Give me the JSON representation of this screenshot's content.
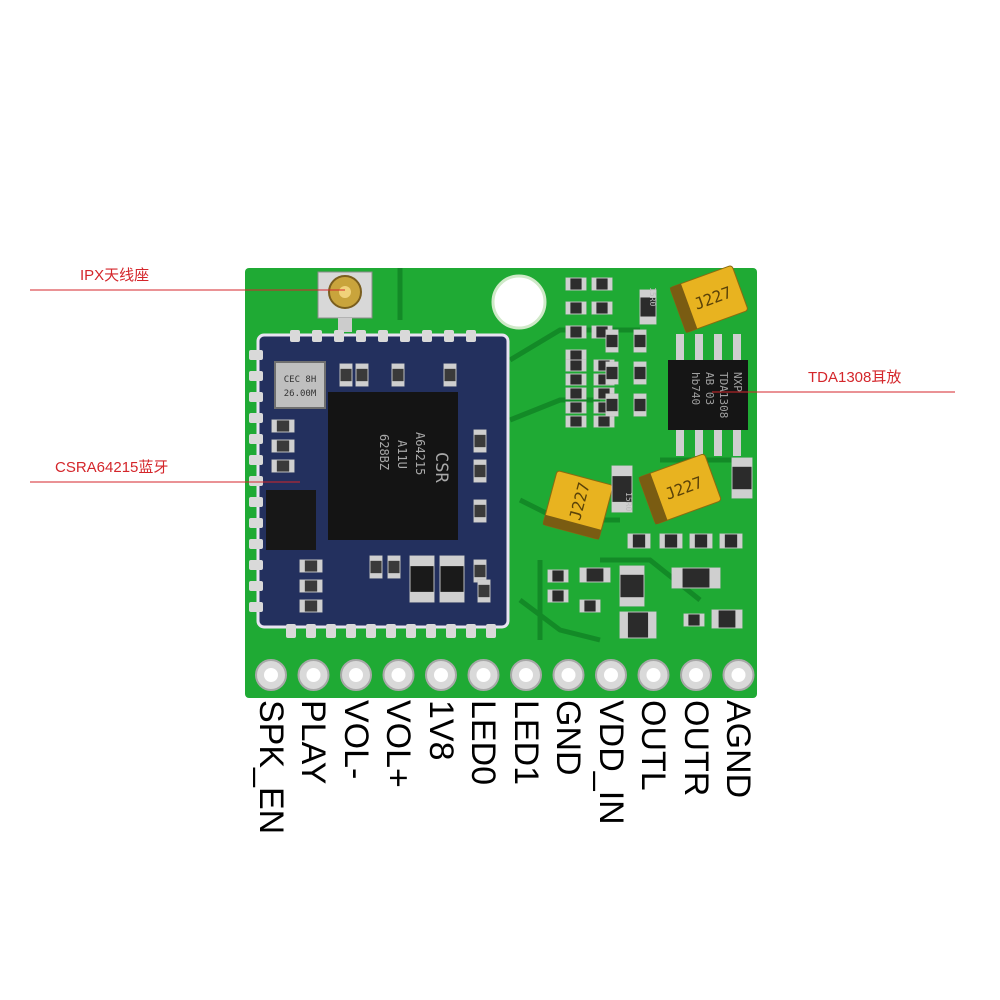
{
  "colors": {
    "pcb": "#1faa34",
    "pcb_dark": "#138a27",
    "module": "#23305e",
    "silk": "#e9e3f2",
    "chip": "#141414",
    "tantalum": "#e8b320",
    "pad": "#d9d9d9",
    "callout": "#d4262b"
  },
  "callouts": [
    {
      "label": "IPX天线座"
    },
    {
      "label": "CSRA64215蓝牙"
    },
    {
      "label": "TDA1308耳放"
    }
  ],
  "chip_markings": {
    "main": [
      "CSR",
      "A64215",
      "A11U",
      "628BZ"
    ],
    "amp": [
      "NXP",
      "TDA1308",
      "AB 03",
      "hb740"
    ],
    "crystal": [
      "CEC 8H",
      "26.00M"
    ],
    "tantalum": "J227",
    "resistor": "15R0"
  },
  "pins": [
    "SPK_EN",
    "PLAY",
    "VOL-",
    "VOL+",
    "1V8",
    "LED0",
    "LED1",
    "GND",
    "VDD_IN",
    "OUTL",
    "OUTR",
    "AGND"
  ]
}
